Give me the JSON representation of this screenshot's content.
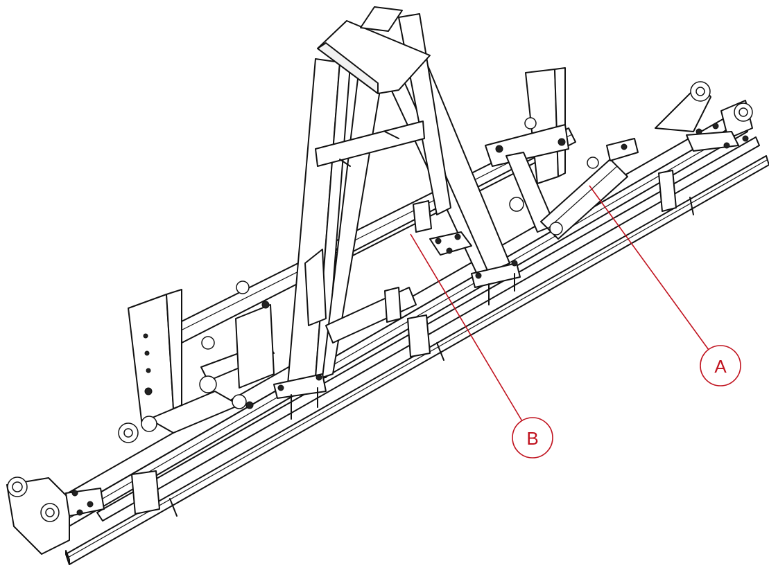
{
  "diagram": {
    "callouts": [
      {
        "id": "A",
        "label": "A",
        "target": "hydraulic-cylinder"
      },
      {
        "id": "B",
        "label": "B",
        "target": "pivot-crossbar-tube"
      }
    ]
  }
}
